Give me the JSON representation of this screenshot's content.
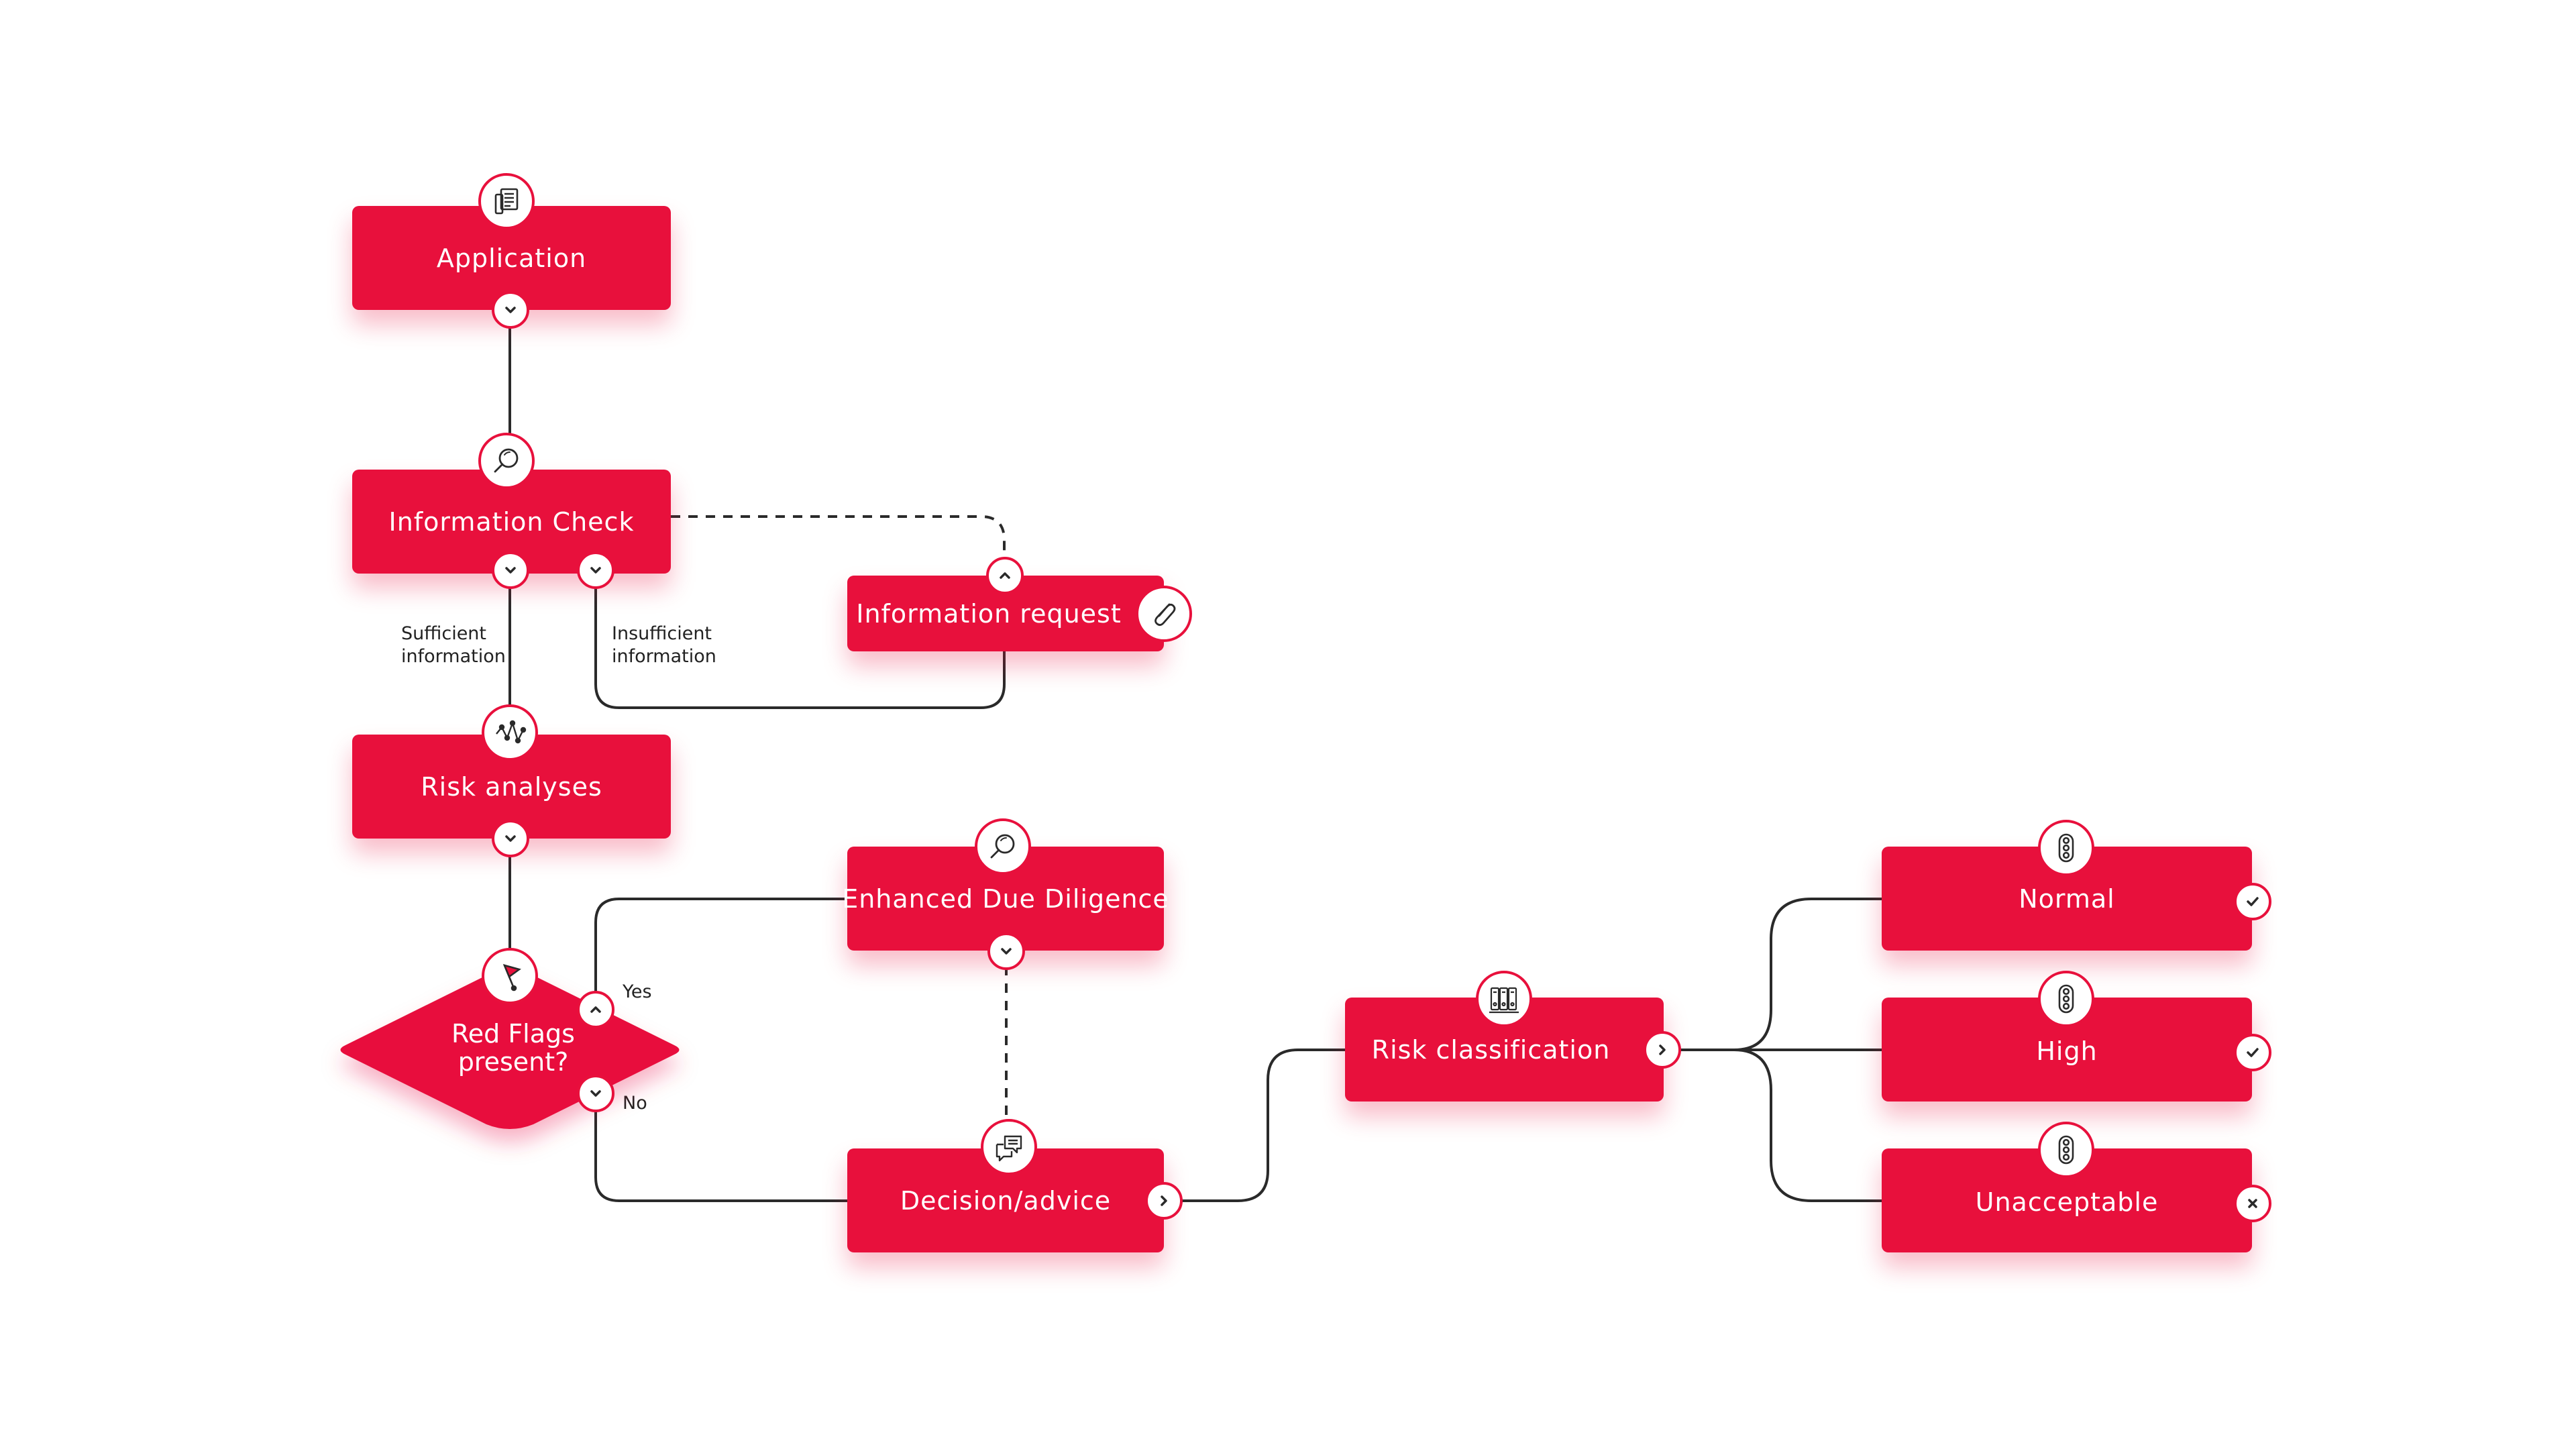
{
  "colors": {
    "accent": "#e8103c",
    "line": "#2a2a2a",
    "text": "#ffffff"
  },
  "nodes": {
    "application": "Application",
    "information_check": "Information Check",
    "information_request": "Information request",
    "risk_analyses": "Risk analyses",
    "red_flags": "Red Flags\npresent?",
    "enhanced_due_diligence": "Enhanced Due Diligence",
    "decision_advice": "Decision/advice",
    "risk_classification": "Risk classification",
    "normal": "Normal",
    "high": "High",
    "unacceptable": "Unacceptable"
  },
  "edge_labels": {
    "sufficient": "Sufficient\ninformation",
    "insufficient": "Insufficient\ninformation",
    "yes": "Yes",
    "no": "No"
  },
  "icons": {
    "application": "document-icon",
    "information_check": "magnifier-icon",
    "risk_analyses": "graph-nodes-icon",
    "red_flags": "flag-icon",
    "information_request": "paperclip-icon",
    "enhanced_due_diligence": "magnifier-icon",
    "decision_advice": "chat-bubbles-icon",
    "risk_classification": "binders-icon",
    "classification_levels": "traffic-light-icon",
    "accepted": "check-icon",
    "rejected": "cross-icon"
  }
}
